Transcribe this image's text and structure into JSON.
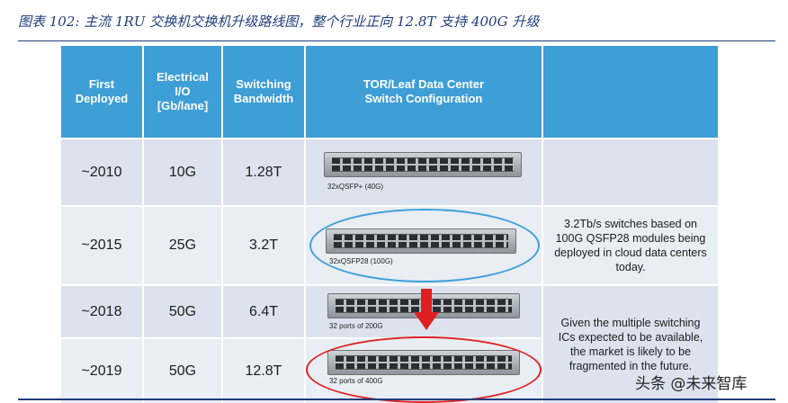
{
  "caption": "图表 102: 主流 1RU 交换机交换机升级路线图，整个行业正向 12.8T 支持 400G 升级",
  "headers": {
    "first_deployed": "First\nDeployed",
    "electrical_io": "Electrical\nI/O\n[Gb/lane]",
    "switching_bandwidth": "Switching\nBandwidth",
    "config": "TOR/Leaf Data Center\nSwitch Configuration",
    "notes": ""
  },
  "rows": [
    {
      "year": "~2010",
      "io": "10G",
      "bandwidth": "1.28T",
      "switch_label": "32xQSFP+ (40G)"
    },
    {
      "year": "~2015",
      "io": "25G",
      "bandwidth": "3.2T",
      "switch_label": "32xQSFP28 (100G)"
    },
    {
      "year": "~2018",
      "io": "50G",
      "bandwidth": "6.4T",
      "switch_label": "32 ports of 200G"
    },
    {
      "year": "~2019",
      "io": "50G",
      "bandwidth": "12.8T",
      "switch_label": "32 ports of 400G"
    }
  ],
  "notes": {
    "row_2015": "3.2Tb/s switches based on\n100G QSFP28 modules being\ndeployed in cloud data centers\ntoday.",
    "rows_2018_2019": "Given the multiple switching\nICs expected to be available,\nthe market is likely to be\nfragmented in the future."
  },
  "colors": {
    "header_bg": "#3e9ed6",
    "highlight_blue": "#3ea0d8",
    "highlight_red": "#e02020",
    "caption_color": "#1f3d7a"
  },
  "watermark": "头条 @未来智库"
}
